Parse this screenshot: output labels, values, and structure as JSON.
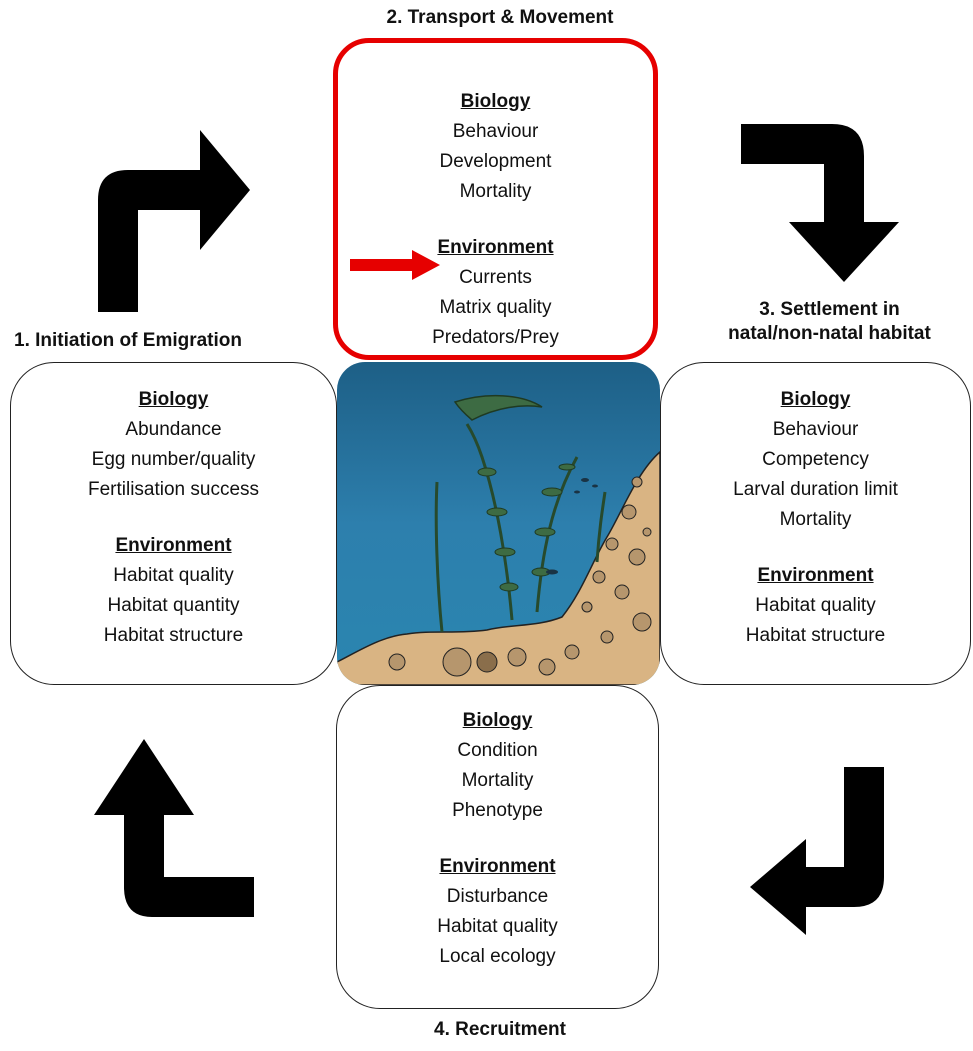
{
  "stages": {
    "transport": {
      "title": "2. Transport & Movement",
      "biology_heading": "Biology",
      "biology": [
        "Behaviour",
        "Development",
        "Mortality"
      ],
      "environment_heading": "Environment",
      "environment": [
        "Currents",
        "Matrix quality",
        "Predators/Prey"
      ],
      "highlight_color": "#e60000"
    },
    "initiation": {
      "title": "1. Initiation of Emigration",
      "biology_heading": "Biology",
      "biology": [
        "Abundance",
        "Egg number/quality",
        "Fertilisation success"
      ],
      "environment_heading": "Environment",
      "environment": [
        "Habitat quality",
        "Habitat quantity",
        "Habitat structure"
      ]
    },
    "settlement": {
      "title_line1": "3. Settlement in",
      "title_line2": "natal/non-natal habitat",
      "biology_heading": "Biology",
      "biology": [
        "Behaviour",
        "Competency",
        "Larval duration limit",
        "Mortality"
      ],
      "environment_heading": "Environment",
      "environment": [
        "Habitat quality",
        "Habitat structure"
      ]
    },
    "recruitment": {
      "title": "4. Recruitment",
      "biology_heading": "Biology",
      "biology": [
        "Condition",
        "Mortality",
        "Phenotype"
      ],
      "environment_heading": "Environment",
      "environment": [
        "Disturbance",
        "Habitat quality",
        "Local ecology"
      ]
    }
  },
  "colors": {
    "water": "#2a79a4",
    "sand": "#d9b483",
    "kelp": "#274a2c",
    "arrow": "#000000",
    "highlight": "#e60000"
  }
}
